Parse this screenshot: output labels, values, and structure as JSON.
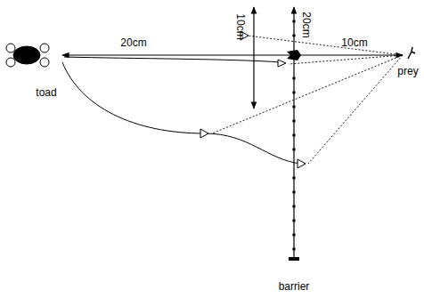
{
  "diagram": {
    "labels": [
      "20cm",
      "10cm",
      "20cm",
      "10cm",
      "toad",
      "prey",
      "barrier"
    ]
  }
}
